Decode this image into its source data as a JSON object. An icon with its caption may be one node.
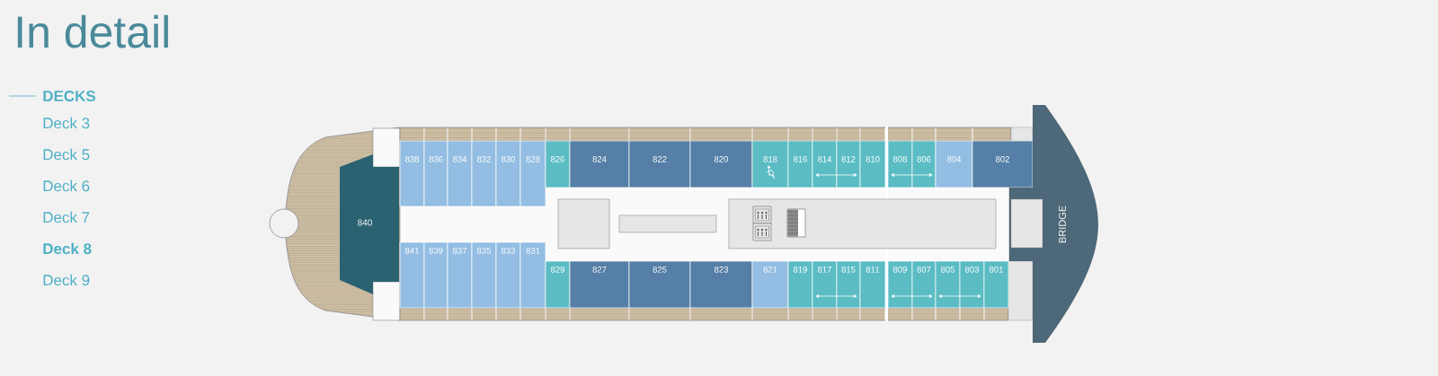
{
  "diagram": {
    "title": "In detail",
    "nodes": [
      {
        "text": [
          "840"
        ]
      },
      {
        "text": [
          "838"
        ]
      },
      {
        "text": [
          "836"
        ]
      },
      {
        "text": [
          "834"
        ]
      },
      {
        "text": [
          "832"
        ]
      },
      {
        "text": [
          "830"
        ]
      },
      {
        "text": [
          "828"
        ]
      },
      {
        "text": [
          "826"
        ]
      },
      {
        "text": [
          "824"
        ]
      },
      {
        "text": [
          "822"
        ]
      },
      {
        "text": [
          "820"
        ]
      },
      {
        "text": [
          "818"
        ]
      },
      {
        "text": [
          "816"
        ]
      },
      {
        "text": [
          "814"
        ]
      },
      {
        "text": [
          "812"
        ]
      },
      {
        "text": [
          "810"
        ]
      },
      {
        "text": [
          "808"
        ]
      },
      {
        "text": [
          "806"
        ]
      },
      {
        "text": [
          "804"
        ]
      },
      {
        "text": [
          "802"
        ]
      },
      {
        "text": [
          "841"
        ]
      },
      {
        "text": [
          "839"
        ]
      },
      {
        "text": [
          "837"
        ]
      },
      {
        "text": [
          "835"
        ]
      },
      {
        "text": [
          "833"
        ]
      },
      {
        "text": [
          "831"
        ]
      },
      {
        "text": [
          "829"
        ]
      },
      {
        "text": [
          "827"
        ]
      },
      {
        "text": [
          "825"
        ]
      },
      {
        "text": [
          "823"
        ]
      },
      {
        "text": [
          "821"
        ]
      },
      {
        "text": [
          "819"
        ]
      },
      {
        "text": [
          "817"
        ]
      },
      {
        "text": [
          "815"
        ]
      },
      {
        "text": [
          "811"
        ]
      },
      {
        "text": [
          "809"
        ]
      },
      {
        "text": [
          "807"
        ]
      },
      {
        "text": [
          "805"
        ]
      },
      {
        "text": [
          "803"
        ]
      },
      {
        "text": [
          "801"
        ]
      },
      {
        "text": [
          "BRIDGE"
        ]
      }
    ],
    "edges": [
      {
        "from": 13,
        "to": 14,
        "arrow": "both"
      },
      {
        "from": 16,
        "to": 17,
        "arrow": "both"
      },
      {
        "from": 32,
        "to": 33,
        "arrow": "both"
      },
      {
        "from": 35,
        "to": 36,
        "arrow": "both"
      },
      {
        "from": 37,
        "to": 38,
        "arrow": "both"
      }
    ],
    "labels": [
      "DECKS",
      "Deck 3",
      "Deck 5",
      "Deck 6",
      "Deck 7",
      "Deck 8",
      "Deck 9"
    ]
  }
}
